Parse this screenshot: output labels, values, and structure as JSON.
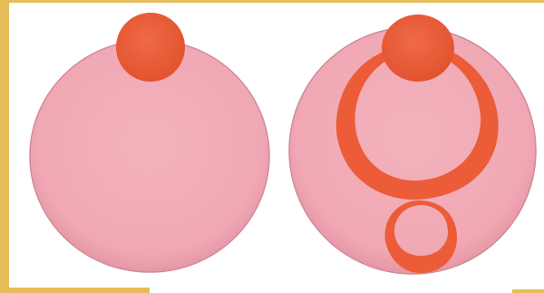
{
  "colors": {
    "cell_fill": "#f0aab5",
    "cell_edge": "#cf8f9c",
    "cell_shadow": "#e89aa8",
    "organelle": "#ee5f3d",
    "organelle_dark": "#e55434",
    "paper": "#ffffff",
    "frame": "#e6bd5a"
  },
  "panels": [
    {
      "name": "left-cell",
      "structures": [
        "nucleus-sphere"
      ]
    },
    {
      "name": "right-cell",
      "structures": [
        "nucleus-sphere",
        "large-crescent",
        "small-crescent"
      ]
    }
  ]
}
